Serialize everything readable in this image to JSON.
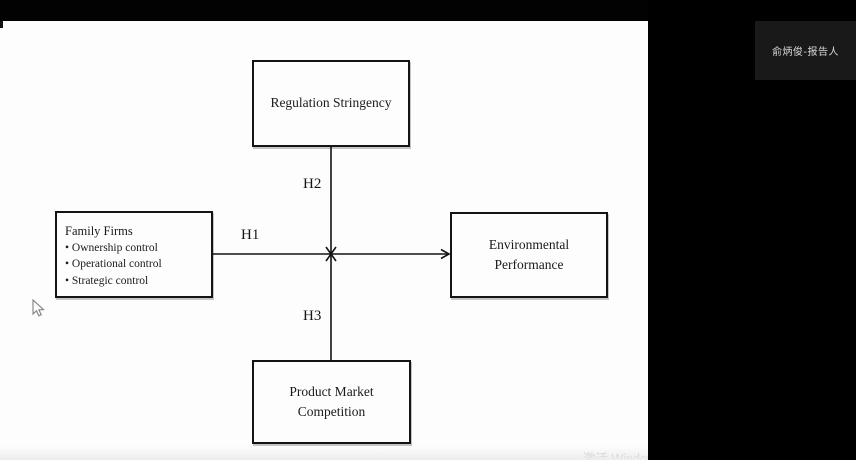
{
  "meeting": {
    "participant_label": "俞炳俊-报告人"
  },
  "watermark": {
    "text": "激活 Windows"
  },
  "diagram": {
    "boxes": {
      "regulation": {
        "label": "Regulation Stringency"
      },
      "family": {
        "title": "Family Firms",
        "bullets": [
          "• Ownership control",
          "• Operational control",
          "• Strategic control"
        ]
      },
      "environmental": {
        "label": "Environmental Performance"
      },
      "competition": {
        "label": "Product Market Competition"
      }
    },
    "hypotheses": {
      "h1": "H1",
      "h2": "H2",
      "h3": "H3"
    },
    "relations": [
      {
        "id": "H1",
        "from": "Family Firms",
        "to": "Environmental Performance",
        "type": "direct-arrow"
      },
      {
        "id": "H2",
        "from": "Regulation Stringency",
        "to": "H1 path",
        "type": "moderation-arrow"
      },
      {
        "id": "H3",
        "from": "Product Market Competition",
        "to": "H1 path",
        "type": "moderation-arrow"
      }
    ],
    "colors": {
      "line": "#141414",
      "slide_bg": "#fdfdfd",
      "panel_bg": "#000000",
      "tile_bg": "#191919"
    }
  }
}
